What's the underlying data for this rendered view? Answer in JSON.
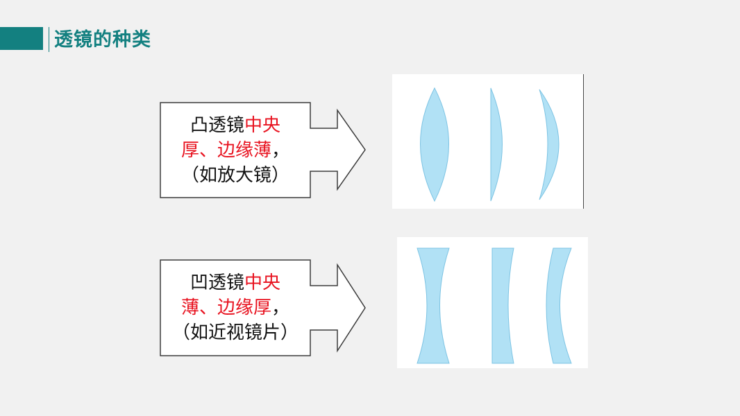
{
  "title": "透镜的种类",
  "convex": {
    "name": "凸透镜",
    "feature_line1": "中央",
    "feature_line2": "厚、边缘薄",
    "line2_suffix": "，",
    "example": "（如放大镜）"
  },
  "concave": {
    "name": "凹透镜",
    "feature_line1": "中央",
    "feature_line2": "薄、边缘厚",
    "line2_suffix": "，",
    "example": "（如近视镜片）"
  },
  "colors": {
    "accent": "#138080",
    "highlight": "#e8121f",
    "lens_fill": "#b1e1f5",
    "lens_stroke": "#7cc3e3"
  }
}
